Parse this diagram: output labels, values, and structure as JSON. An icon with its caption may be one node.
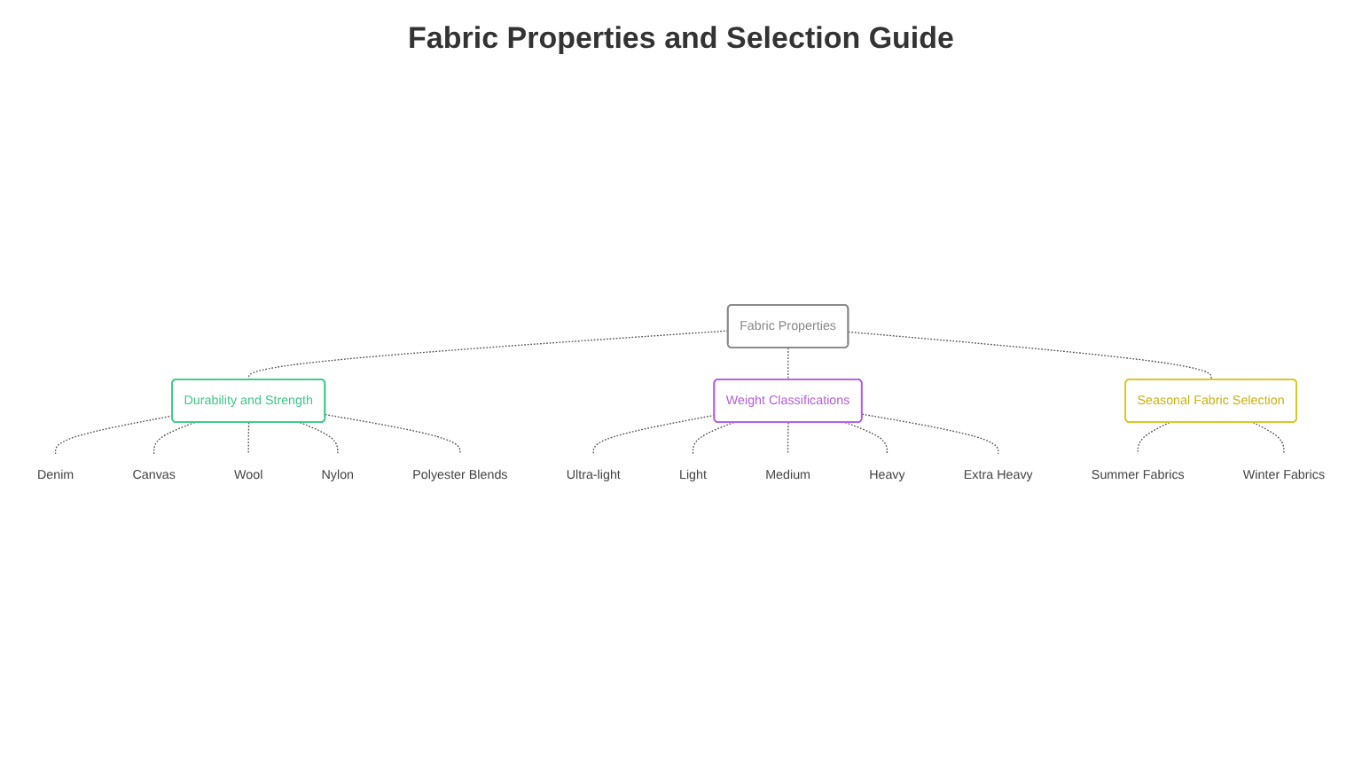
{
  "diagram": {
    "title": "Fabric Properties and Selection Guide",
    "nodes": [
      {
        "text": [
          "Fabric Properties"
        ]
      },
      {
        "text": [
          "Durability and Strength"
        ]
      },
      {
        "text": [
          "Weight Classifications"
        ]
      },
      {
        "text": [
          "Seasonal Fabric Selection"
        ]
      },
      {
        "text": [
          "Denim"
        ]
      },
      {
        "text": [
          "Canvas"
        ]
      },
      {
        "text": [
          "Wool"
        ]
      },
      {
        "text": [
          "Nylon"
        ]
      },
      {
        "text": [
          "Polyester Blends"
        ]
      },
      {
        "text": [
          "Ultra-light"
        ]
      },
      {
        "text": [
          "Light"
        ]
      },
      {
        "text": [
          "Medium"
        ]
      },
      {
        "text": [
          "Heavy"
        ]
      },
      {
        "text": [
          "Extra Heavy"
        ]
      },
      {
        "text": [
          "Summer Fabrics"
        ]
      },
      {
        "text": [
          "Winter Fabrics"
        ]
      }
    ],
    "edges": [
      {
        "from": 0,
        "to": 1,
        "arrow": "none",
        "style": "dashed"
      },
      {
        "from": 0,
        "to": 2,
        "arrow": "none",
        "style": "dashed"
      },
      {
        "from": 0,
        "to": 3,
        "arrow": "none",
        "style": "dashed"
      },
      {
        "from": 1,
        "to": 4,
        "arrow": "none",
        "style": "dashed"
      },
      {
        "from": 1,
        "to": 5,
        "arrow": "none",
        "style": "dashed"
      },
      {
        "from": 1,
        "to": 6,
        "arrow": "none",
        "style": "dashed"
      },
      {
        "from": 1,
        "to": 7,
        "arrow": "none",
        "style": "dashed"
      },
      {
        "from": 1,
        "to": 8,
        "arrow": "none",
        "style": "dashed"
      },
      {
        "from": 2,
        "to": 9,
        "arrow": "none",
        "style": "dashed"
      },
      {
        "from": 2,
        "to": 10,
        "arrow": "none",
        "style": "dashed"
      },
      {
        "from": 2,
        "to": 11,
        "arrow": "none",
        "style": "dashed"
      },
      {
        "from": 2,
        "to": 12,
        "arrow": "none",
        "style": "dashed"
      },
      {
        "from": 2,
        "to": 13,
        "arrow": "none",
        "style": "dashed"
      },
      {
        "from": 3,
        "to": 14,
        "arrow": "none",
        "style": "dashed"
      },
      {
        "from": 3,
        "to": 15,
        "arrow": "none",
        "style": "dashed"
      }
    ]
  }
}
